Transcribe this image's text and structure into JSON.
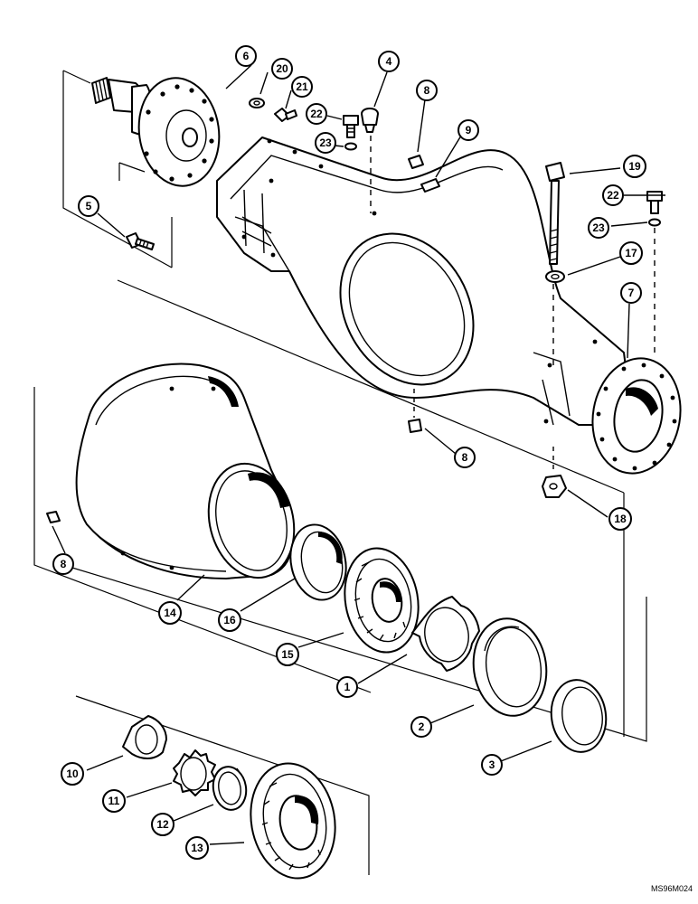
{
  "drawing_code": "MS96M024",
  "callouts": [
    {
      "id": "c1",
      "label": "1"
    },
    {
      "id": "c2",
      "label": "2"
    },
    {
      "id": "c3",
      "label": "3"
    },
    {
      "id": "c4",
      "label": "4"
    },
    {
      "id": "c5",
      "label": "5"
    },
    {
      "id": "c6",
      "label": "6"
    },
    {
      "id": "c7",
      "label": "7"
    },
    {
      "id": "c8a",
      "label": "8"
    },
    {
      "id": "c8b",
      "label": "8"
    },
    {
      "id": "c8c",
      "label": "8"
    },
    {
      "id": "c9",
      "label": "9"
    },
    {
      "id": "c10",
      "label": "10"
    },
    {
      "id": "c11",
      "label": "11"
    },
    {
      "id": "c12",
      "label": "12"
    },
    {
      "id": "c13",
      "label": "13"
    },
    {
      "id": "c14",
      "label": "14"
    },
    {
      "id": "c15",
      "label": "15"
    },
    {
      "id": "c16",
      "label": "16"
    },
    {
      "id": "c17",
      "label": "17"
    },
    {
      "id": "c18",
      "label": "18"
    },
    {
      "id": "c19",
      "label": "19"
    },
    {
      "id": "c20",
      "label": "20"
    },
    {
      "id": "c21",
      "label": "21"
    },
    {
      "id": "c22a",
      "label": "22"
    },
    {
      "id": "c22b",
      "label": "22"
    },
    {
      "id": "c23a",
      "label": "23"
    },
    {
      "id": "c23b",
      "label": "23"
    }
  ]
}
